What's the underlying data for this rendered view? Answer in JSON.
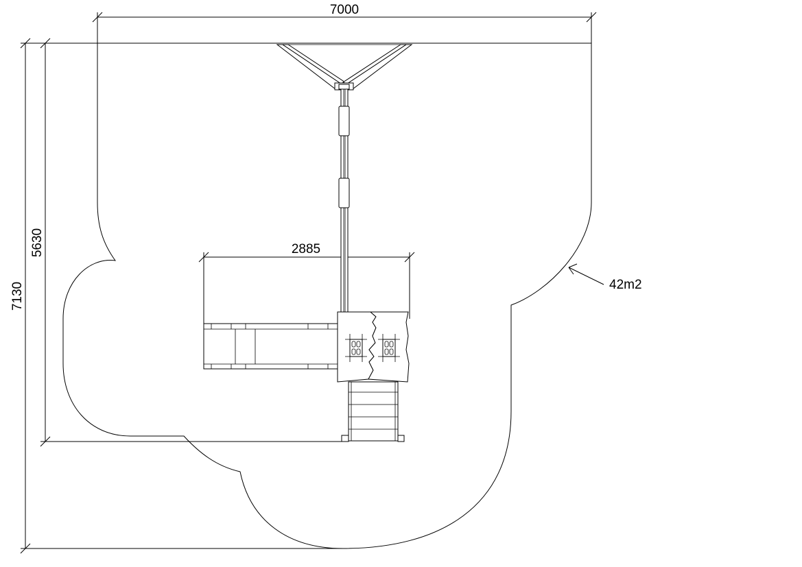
{
  "dimensions": {
    "overall_width": "7000",
    "overall_depth": "7130",
    "equipment_depth": "5630",
    "slide_length": "2885"
  },
  "area_label": "42m2",
  "colors": {
    "line": "#000000",
    "background": "#ffffff"
  }
}
